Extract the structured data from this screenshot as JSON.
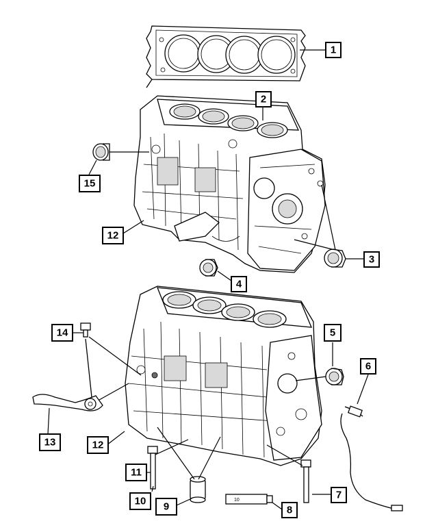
{
  "callouts": [
    {
      "id": "1",
      "label": "1"
    },
    {
      "id": "2",
      "label": "2"
    },
    {
      "id": "3",
      "label": "3"
    },
    {
      "id": "4",
      "label": "4"
    },
    {
      "id": "5",
      "label": "5"
    },
    {
      "id": "6",
      "label": "6"
    },
    {
      "id": "7",
      "label": "7"
    },
    {
      "id": "8",
      "label": "8"
    },
    {
      "id": "9",
      "label": "9"
    },
    {
      "id": "10",
      "label": "10"
    },
    {
      "id": "11",
      "label": "11"
    },
    {
      "id": "12a",
      "label": "12"
    },
    {
      "id": "12b",
      "label": "12"
    },
    {
      "id": "13",
      "label": "13"
    },
    {
      "id": "14",
      "label": "14"
    },
    {
      "id": "15",
      "label": "15"
    }
  ],
  "part_markings": {
    "heater_label": "10"
  }
}
